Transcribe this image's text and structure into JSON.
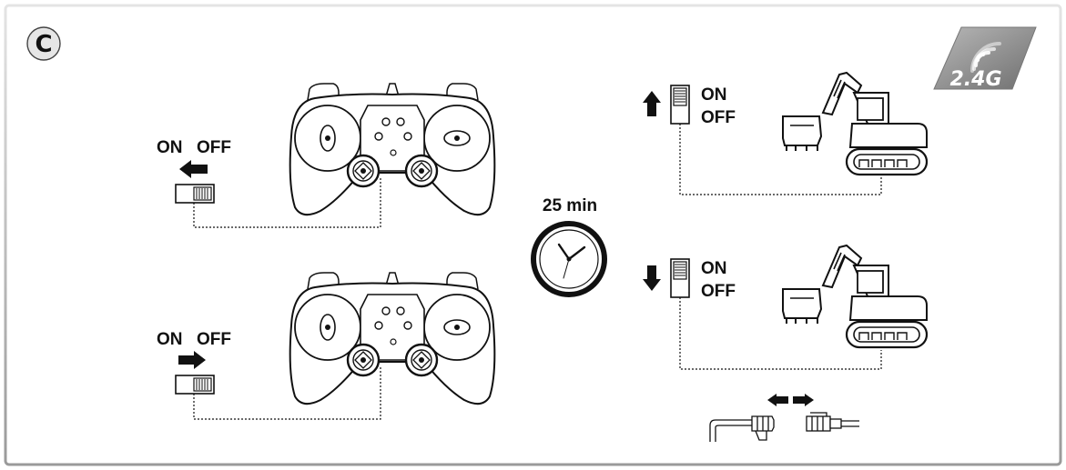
{
  "section_badge": "C",
  "frequency_badge": "2.4G",
  "power_on_label": "ON",
  "power_off_label": "OFF",
  "timer_label": "25 min",
  "icons": {
    "frequency": "wifi-signal-icon",
    "controller": "gamepad-icon",
    "excavator": "excavator-icon",
    "timer": "clock-icon",
    "switch": "slide-switch-icon",
    "arrow": "arrow-icon",
    "connector": "cable-connector-icon"
  },
  "colors": {
    "line": "#111111",
    "badge_fill": "#e6e6e6",
    "frequency_fill": "#8a8a8a"
  }
}
